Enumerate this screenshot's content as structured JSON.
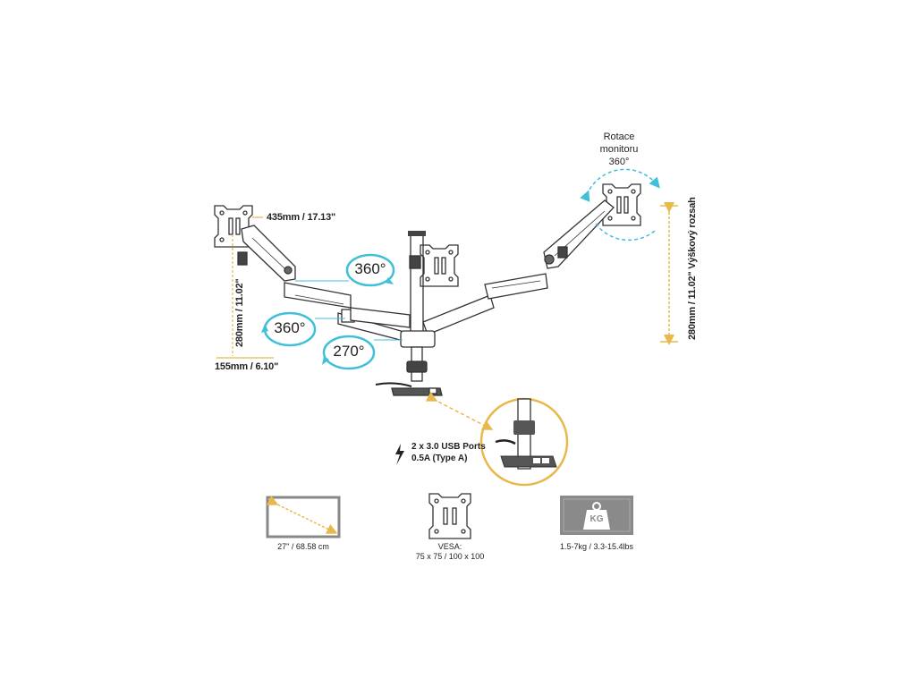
{
  "rotation": {
    "line1": "Rotace",
    "line2": "monitoru",
    "line3": "360°"
  },
  "dimensions": {
    "arm_extension": "435mm / 17.13\"",
    "height_left": "280mm / 11.02\"",
    "base_offset": "155mm / 6.10\"",
    "height_right": "280mm / 11.02\" Výškový rozsah"
  },
  "swivel": {
    "top": "360°",
    "middle": "360°",
    "bottom": "270°"
  },
  "usb": {
    "line1": "2 x 3.0 USB Ports",
    "line2": "0.5A (Type A)"
  },
  "specs": {
    "screen_size": "27\" / 68.58 cm",
    "vesa_line1": "VESA:",
    "vesa_line2": "75 x 75 / 100 x 100",
    "weight": "1.5-7kg / 3.3-15.4lbs",
    "weight_icon_text": "KG"
  },
  "colors": {
    "accent": "#3fbfd8",
    "dimension": "#e8b84a",
    "line": "#333333",
    "gray_box": "#8a8a8a"
  }
}
